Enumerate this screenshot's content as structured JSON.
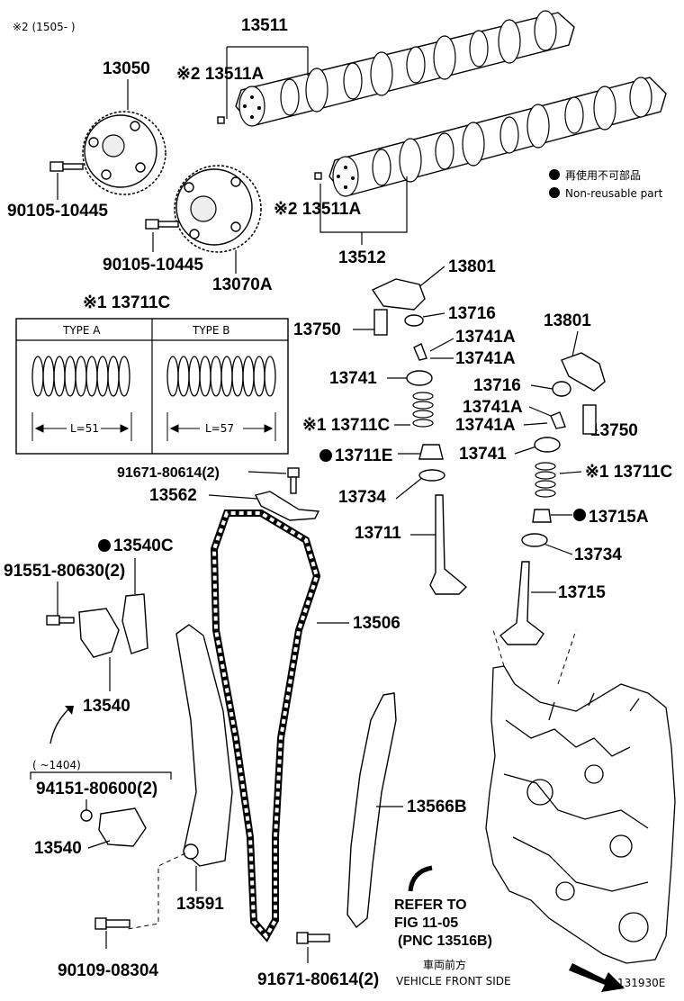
{
  "notes": {
    "top_left": "※2 (1505-     )",
    "range_note": "(      ~1404)"
  },
  "legend": {
    "jp": "再使用不可部品",
    "en": "Non-reusable part"
  },
  "spring_box": {
    "title": "※1  13711C",
    "type_a": "TYPE A",
    "type_b": "TYPE B",
    "len_a": "L=51",
    "len_b": "L=57"
  },
  "labels": {
    "p13511": "13511",
    "p13511a_top": "※2 13511A",
    "p13050": "13050",
    "p90105_1": "90105-10445",
    "p90105_2": "90105-10445",
    "p13070a": "13070A",
    "p13511a_mid": "※2 13511A",
    "p13512": "13512",
    "p13801_1": "13801",
    "p13801_2": "13801",
    "p13716_1": "13716",
    "p13716_2": "13716",
    "p13750_1": "13750",
    "p13750_2": "13750",
    "p13741a_1": "13741A",
    "p13741a_2": "13741A",
    "p13741a_3": "13741A",
    "p13741a_4": "13741A",
    "p13741_1": "13741",
    "p13741_2": "13741",
    "p13711c_1": "※1 13711C",
    "p13711c_2": "※1 13711C",
    "p13711e": "13711E",
    "p13715a": "13715A",
    "p91671_top": "91671-80614(2)",
    "p13562": "13562",
    "p13734_1": "13734",
    "p13734_2": "13734",
    "p13711": "13711",
    "p13715": "13715",
    "p13540c": "13540C",
    "p91551": "91551-80630(2)",
    "p13506": "13506",
    "p13540_1": "13540",
    "p94151": "94151-80600(2)",
    "p13540_2": "13540",
    "p13566b": "13566B",
    "p13591": "13591",
    "p90109": "90109-08304",
    "p91671_bot": "91671-80614(2)",
    "ref1": "REFER TO",
    "ref2": "FIG 11-05",
    "ref3": "(PNC 13516B)",
    "front_jp": "車両前方",
    "front_en": "VEHICLE FRONT SIDE",
    "fig_no": "131930E"
  }
}
